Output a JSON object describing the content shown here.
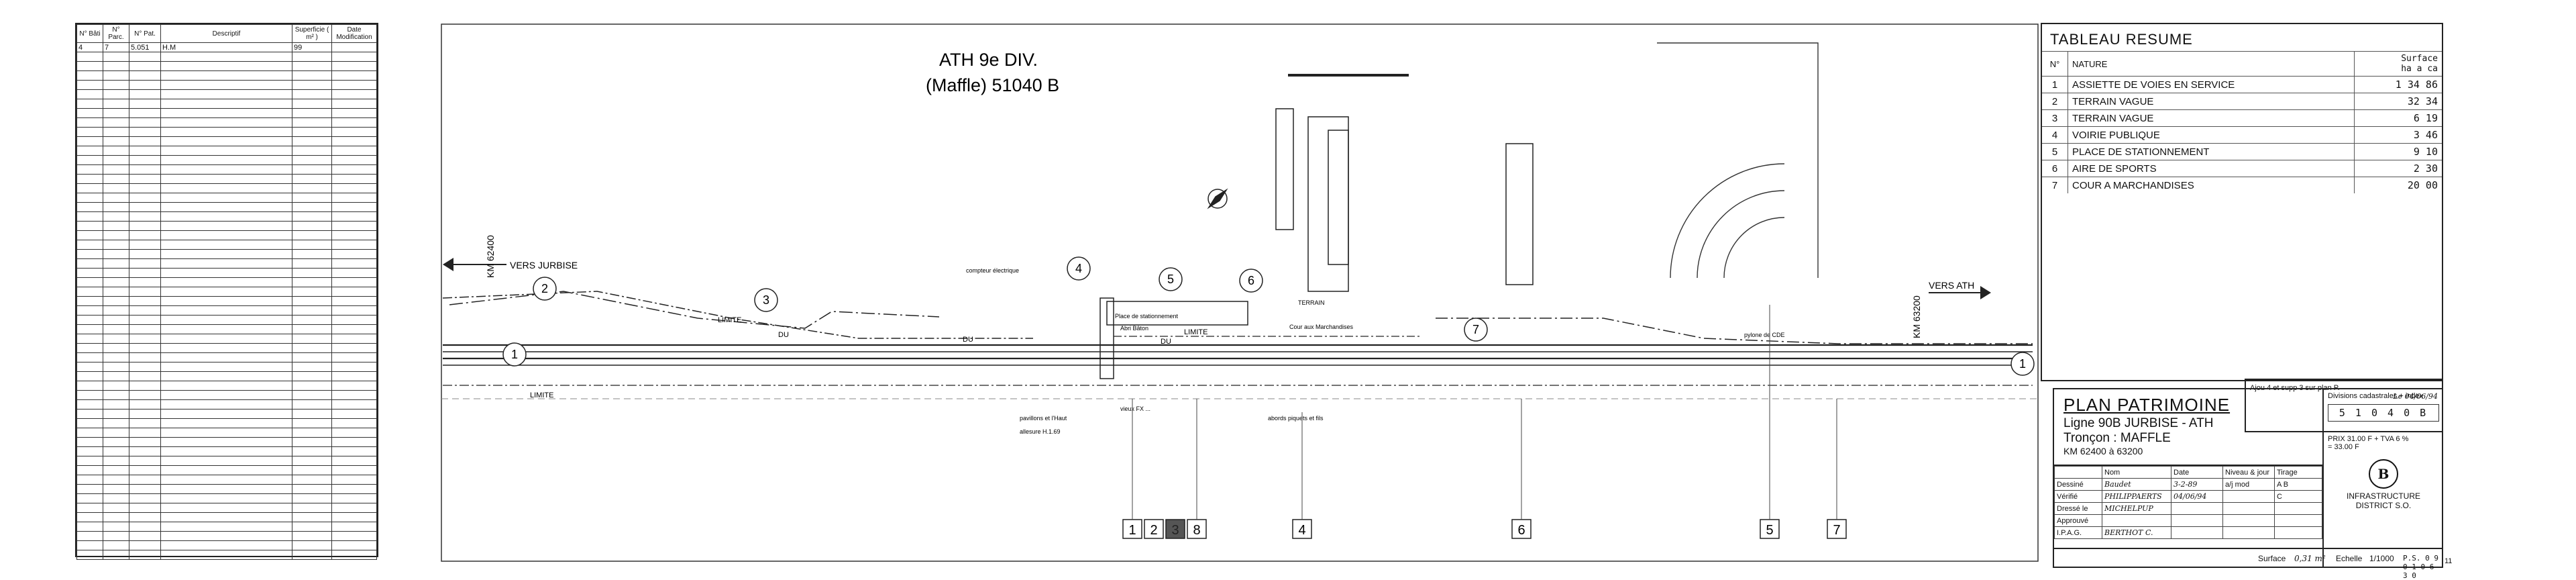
{
  "register": {
    "headers": [
      "N° Bâti",
      "N° Parc.",
      "N° Pat.",
      "Descriptif",
      "Superficie ( m² )",
      "Date Modification"
    ],
    "rows": [
      [
        "4",
        "7",
        "5.051",
        "H.M",
        "99",
        ""
      ]
    ]
  },
  "plan": {
    "title_line1": "ATH  9e DIV.",
    "title_line2": "(Maffle) 51040 B",
    "vers_jurbise": "VERS JURBISE",
    "vers_ath": "VERS ATH",
    "km_left": "KM 62400",
    "km_right": "KM 63200",
    "limite_labels": [
      "LIMITE",
      "LIMITE",
      "LIMITE"
    ],
    "du_labels": [
      "DU",
      "DU",
      "DU"
    ],
    "circled_numbers": [
      "1",
      "2",
      "3",
      "4",
      "5",
      "6",
      "7",
      "1"
    ],
    "boxed_numbers": [
      "1",
      "2",
      "3",
      "8",
      "4",
      "6",
      "5",
      "7"
    ],
    "notes": [
      "compteur électrique",
      "Place de stationnement",
      "Abri Bâton",
      "Cour aux Marchandises",
      "TERRAIN",
      "pavillons et l'Haut",
      "allesure H.1.69",
      "vieux FX ...",
      "abords piquets et fils",
      "pylone de CDE"
    ]
  },
  "summary": {
    "title": "TABLEAU RESUME",
    "col_no": "N°",
    "col_nature": "NATURE",
    "col_surface": "Surface",
    "col_units": "ha  a  ca",
    "rows": [
      {
        "no": "1",
        "nature": "ASSIETTE DE VOIES EN SERVICE",
        "surface": "1 34 86"
      },
      {
        "no": "2",
        "nature": "TERRAIN VAGUE",
        "surface": "32 34"
      },
      {
        "no": "3",
        "nature": "TERRAIN VAGUE",
        "surface": "6 19"
      },
      {
        "no": "4",
        "nature": "VOIRIE PUBLIQUE",
        "surface": "3 46"
      },
      {
        "no": "5",
        "nature": "PLACE DE STATIONNEMENT",
        "surface": "9 10"
      },
      {
        "no": "6",
        "nature": "AIRE DE SPORTS",
        "surface": "2 30"
      },
      {
        "no": "7",
        "nature": "COUR A MARCHANDISES",
        "surface": "20 00"
      }
    ]
  },
  "ajou": {
    "line1": "Ajou 4 et supp 3 sur plan P.",
    "line2": "Le 04/06/94"
  },
  "titleblock": {
    "title": "PLAN PATRIMOINE",
    "line": "Ligne 90B JURBISE - ATH",
    "troncon": "Tronçon : MAFFLE",
    "km": "KM 62400 à 63200",
    "division_label": "Divisions cadastrales + index",
    "division_value": "5 1 0 4 0 B",
    "prix": "PRIX 31.00 F + TVA 6 %",
    "prix2": "= 33.00 F",
    "infra": "INFRASTRUCTURE",
    "district": "DISTRICT S.O.",
    "sign_header": [
      "",
      "Nom",
      "Date",
      "Niveau & jour",
      "Tirage"
    ],
    "sign_rows": [
      [
        "Dessiné",
        "Baudet",
        "3-2-89",
        "a/j   mod",
        "A  B"
      ],
      [
        "Vérifié",
        "PHILIPPAERTS",
        "04/06/94",
        "",
        "C"
      ],
      [
        "Dressé le",
        "MICHELPUP",
        "",
        "",
        ""
      ],
      [
        "Approuvé",
        "",
        "",
        "",
        ""
      ],
      [
        "I.P.A.G.",
        "BERTHOT C.",
        "",
        "",
        ""
      ]
    ],
    "surface_label": "Surface",
    "surface_value": "0,31 m²",
    "echelle_label": "Echelle",
    "echelle_value": "1/1000",
    "ref": "P.S. 0 9 0 1 0 6 3 0",
    "sheet_no": "11"
  }
}
